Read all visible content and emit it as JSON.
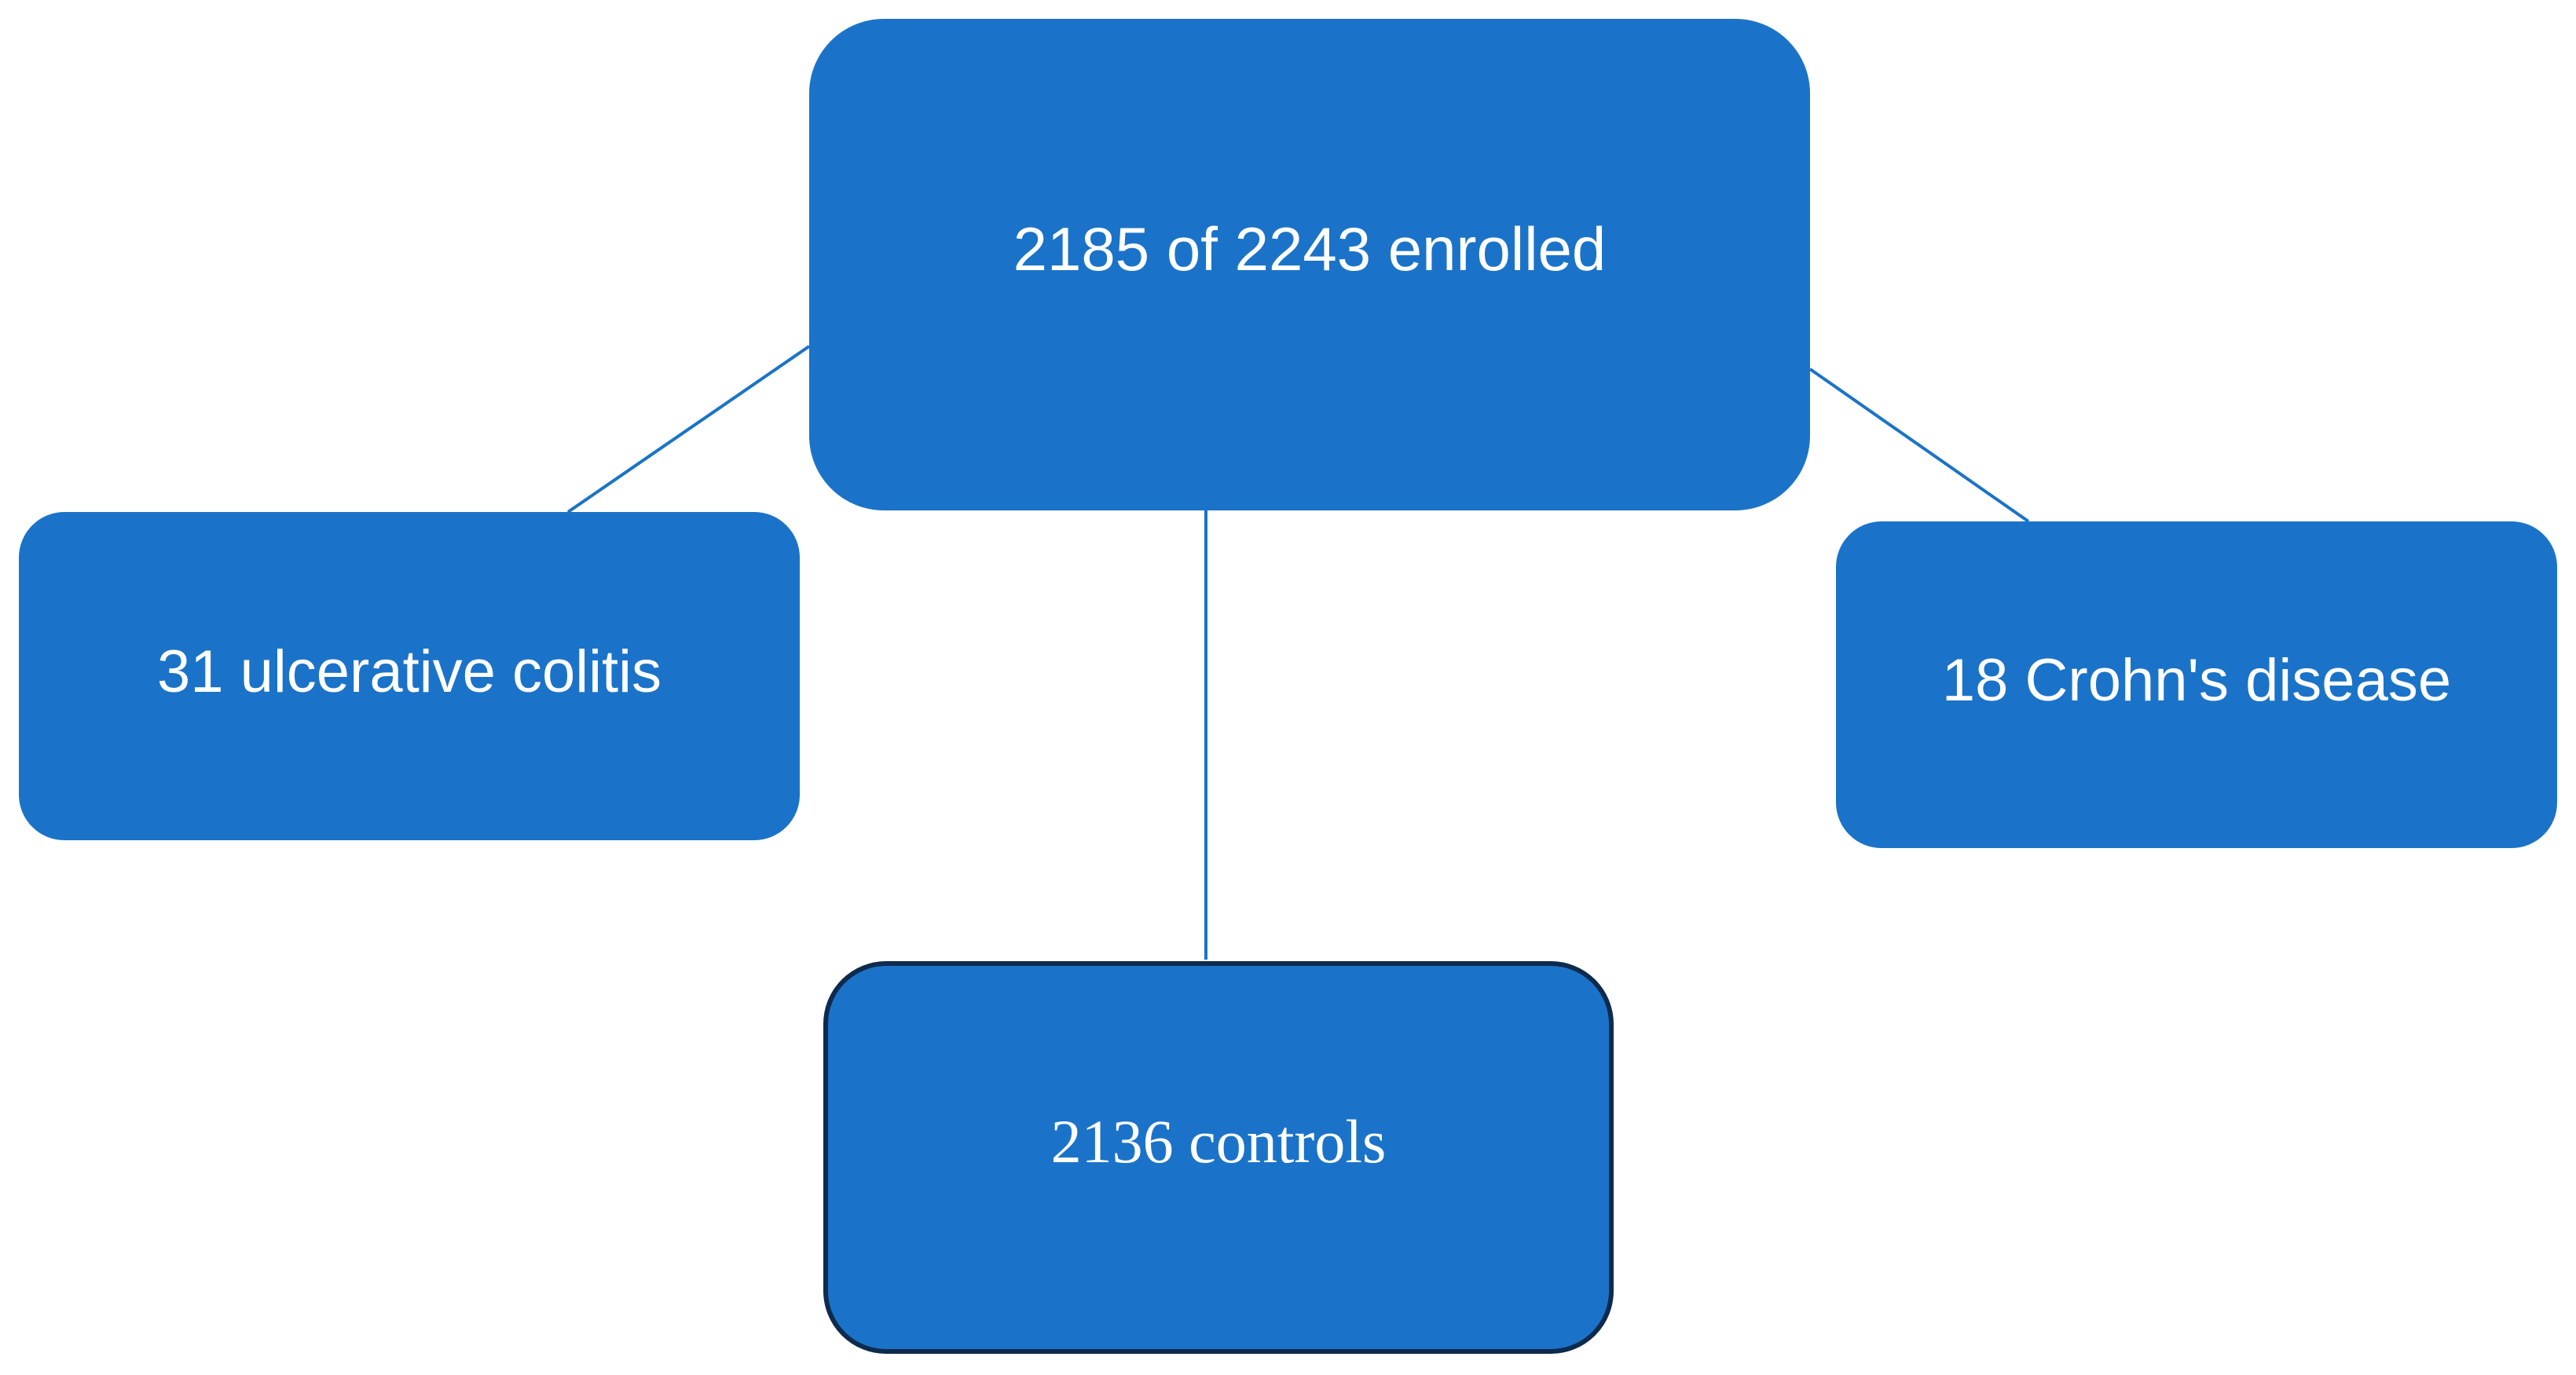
{
  "diagram": {
    "root": {
      "label": "2185  of 2243 enrolled"
    },
    "children": {
      "left": {
        "label": "31 ulcerative colitis"
      },
      "right": {
        "label": "18 Crohn's disease"
      },
      "bottom": {
        "label": "2136 controls"
      }
    }
  },
  "colors": {
    "box_fill": "#1a73c8",
    "connector": "#1a73c8",
    "text": "#ffffff",
    "bottom_box_border": "#0e2a4d",
    "background": "#ffffff"
  }
}
